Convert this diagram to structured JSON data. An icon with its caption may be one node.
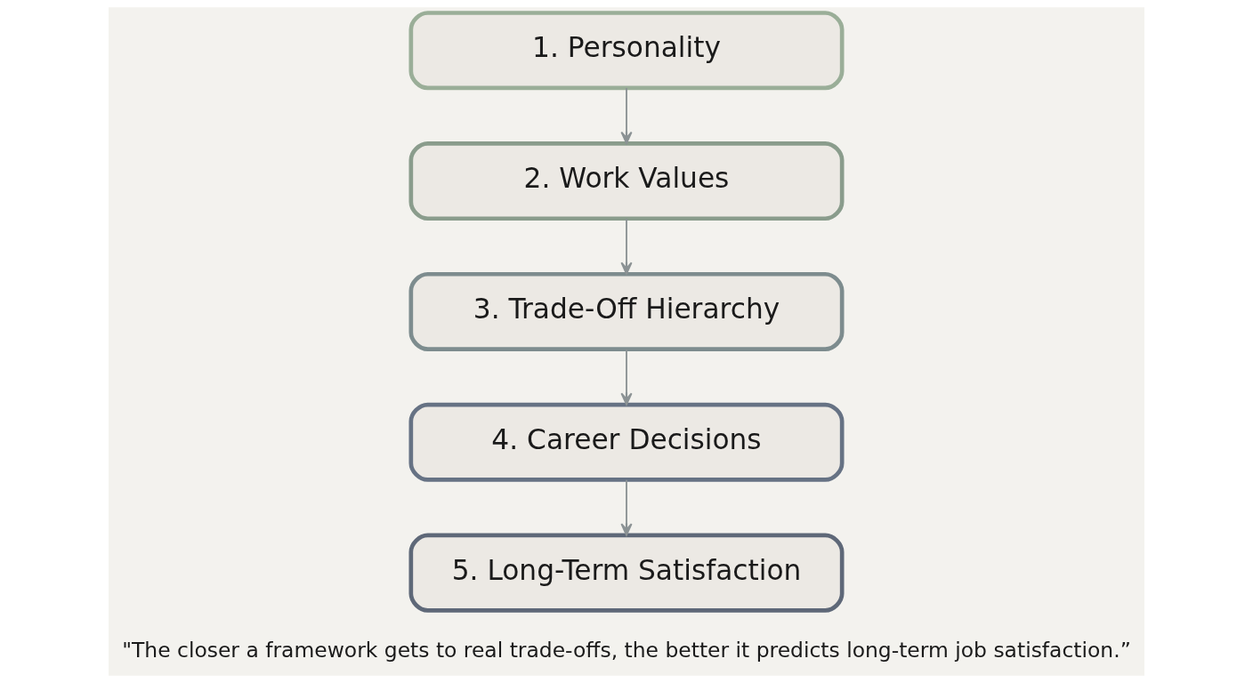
{
  "diagram": {
    "caption": "\"The closer a framework gets to real trade-offs, the better it predicts long-term job satisfaction.”",
    "nodes": [
      {
        "text": [
          "1. Personality"
        ]
      },
      {
        "text": [
          "2. Work Values"
        ]
      },
      {
        "text": [
          "3. Trade-Off Hierarchy"
        ]
      },
      {
        "text": [
          "4. Career Decisions"
        ]
      },
      {
        "text": [
          "5. Long-Term Satisfaction"
        ]
      }
    ],
    "edges": [
      {
        "from": 0,
        "to": 1,
        "arrow": "to"
      },
      {
        "from": 1,
        "to": 2,
        "arrow": "to"
      },
      {
        "from": 2,
        "to": 3,
        "arrow": "to"
      },
      {
        "from": 3,
        "to": 4,
        "arrow": "to"
      }
    ]
  }
}
